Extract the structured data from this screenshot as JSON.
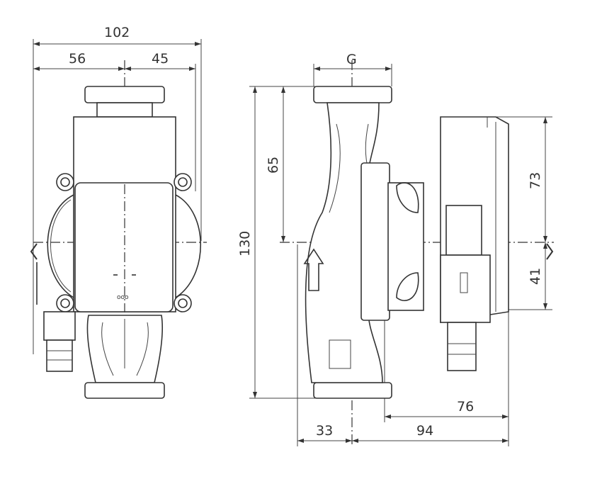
{
  "drawing": {
    "front_view": {
      "overall_width": "102",
      "left_width": "56",
      "right_width": "45"
    },
    "side_view": {
      "connection": "G",
      "overall_height": "130",
      "upper_height": "65",
      "box_upper": "73",
      "box_lower": "41",
      "box_depth": "76",
      "front_depth": "33",
      "rear_depth": "94"
    }
  },
  "navigation": {
    "prev_icon": "chevron-left-icon",
    "next_icon": "chevron-right-icon"
  }
}
